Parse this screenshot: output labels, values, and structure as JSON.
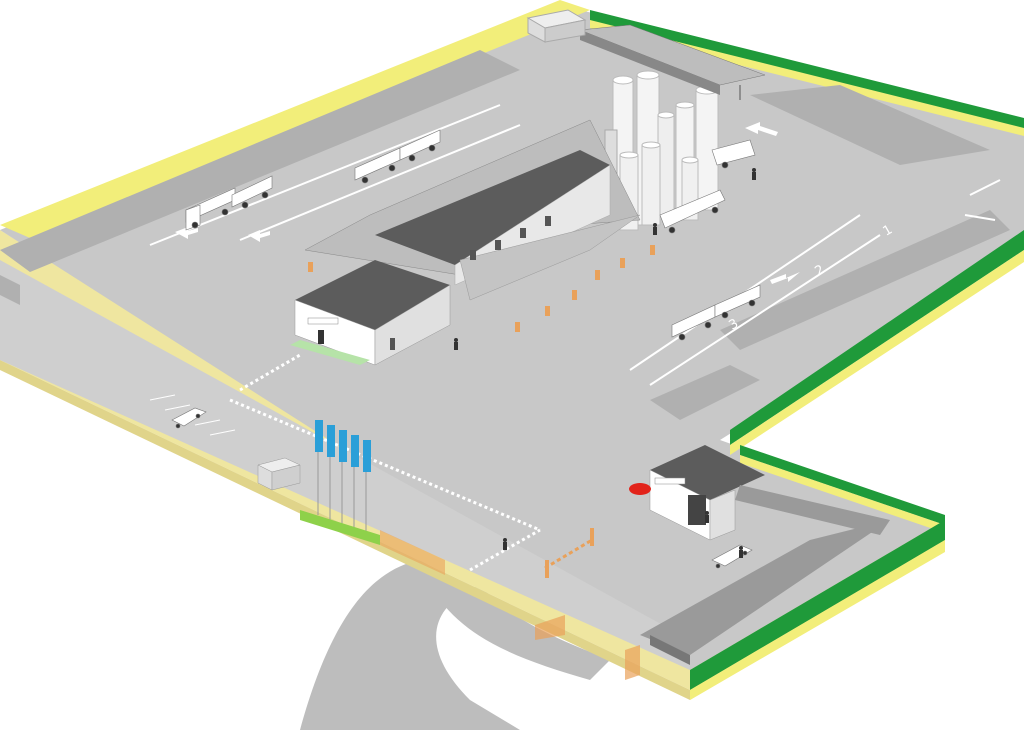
{
  "lanes": [
    {
      "number": "1"
    },
    {
      "number": "2"
    },
    {
      "number": "3"
    }
  ],
  "colors": {
    "ground": "#c8c8c8",
    "ground_light": "#d4d4d4",
    "fence_yellow": "#f2ee7a",
    "fence_green": "#1f9a3a",
    "curb": "#efe6a0",
    "roof_dark": "#5c5c5c",
    "canopy": "#bdbdbd",
    "truck": "#ffffff",
    "flag": "#2a9fd8",
    "barrier": "#e9a15a",
    "parking_pad": "#b0b0b0",
    "road": "#bebebe",
    "stop_sign": "#e2231a"
  },
  "icons": {
    "flags": "flag-icon",
    "barrier": "barrier-gate-icon",
    "stop": "stop-sign-icon"
  }
}
